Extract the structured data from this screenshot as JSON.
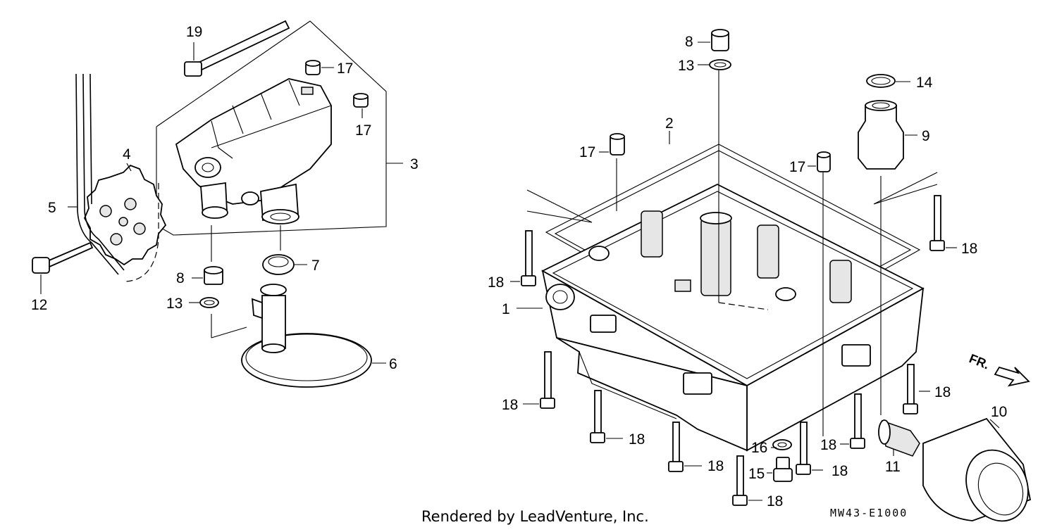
{
  "diagram": {
    "callouts": [
      {
        "id": "c19",
        "text": "19"
      },
      {
        "id": "c17a",
        "text": "17"
      },
      {
        "id": "c17b",
        "text": "17"
      },
      {
        "id": "c3",
        "text": "3"
      },
      {
        "id": "c4",
        "text": "4"
      },
      {
        "id": "c5",
        "text": "5"
      },
      {
        "id": "c12",
        "text": "12"
      },
      {
        "id": "c8a",
        "text": "8"
      },
      {
        "id": "c7",
        "text": "7"
      },
      {
        "id": "c13a",
        "text": "13"
      },
      {
        "id": "c6",
        "text": "6"
      },
      {
        "id": "c8b",
        "text": "8"
      },
      {
        "id": "c13b",
        "text": "13"
      },
      {
        "id": "c14",
        "text": "14"
      },
      {
        "id": "c9",
        "text": "9"
      },
      {
        "id": "c2",
        "text": "2"
      },
      {
        "id": "c17c",
        "text": "17"
      },
      {
        "id": "c17d",
        "text": "17"
      },
      {
        "id": "c18a",
        "text": "18"
      },
      {
        "id": "c18b",
        "text": "18"
      },
      {
        "id": "c1",
        "text": "1"
      },
      {
        "id": "c18c",
        "text": "18"
      },
      {
        "id": "c18d",
        "text": "18"
      },
      {
        "id": "c18e",
        "text": "18"
      },
      {
        "id": "c18f",
        "text": "18"
      },
      {
        "id": "c16",
        "text": "16"
      },
      {
        "id": "c15",
        "text": "15"
      },
      {
        "id": "c18g",
        "text": "18"
      },
      {
        "id": "c18h",
        "text": "18"
      },
      {
        "id": "c18i",
        "text": "18"
      },
      {
        "id": "c11",
        "text": "11"
      },
      {
        "id": "c10",
        "text": "10"
      }
    ],
    "direction_marker": "FR.",
    "diagram_code": "MW43-E1000"
  },
  "footer": {
    "credit": "Rendered by LeadVenture, Inc."
  }
}
